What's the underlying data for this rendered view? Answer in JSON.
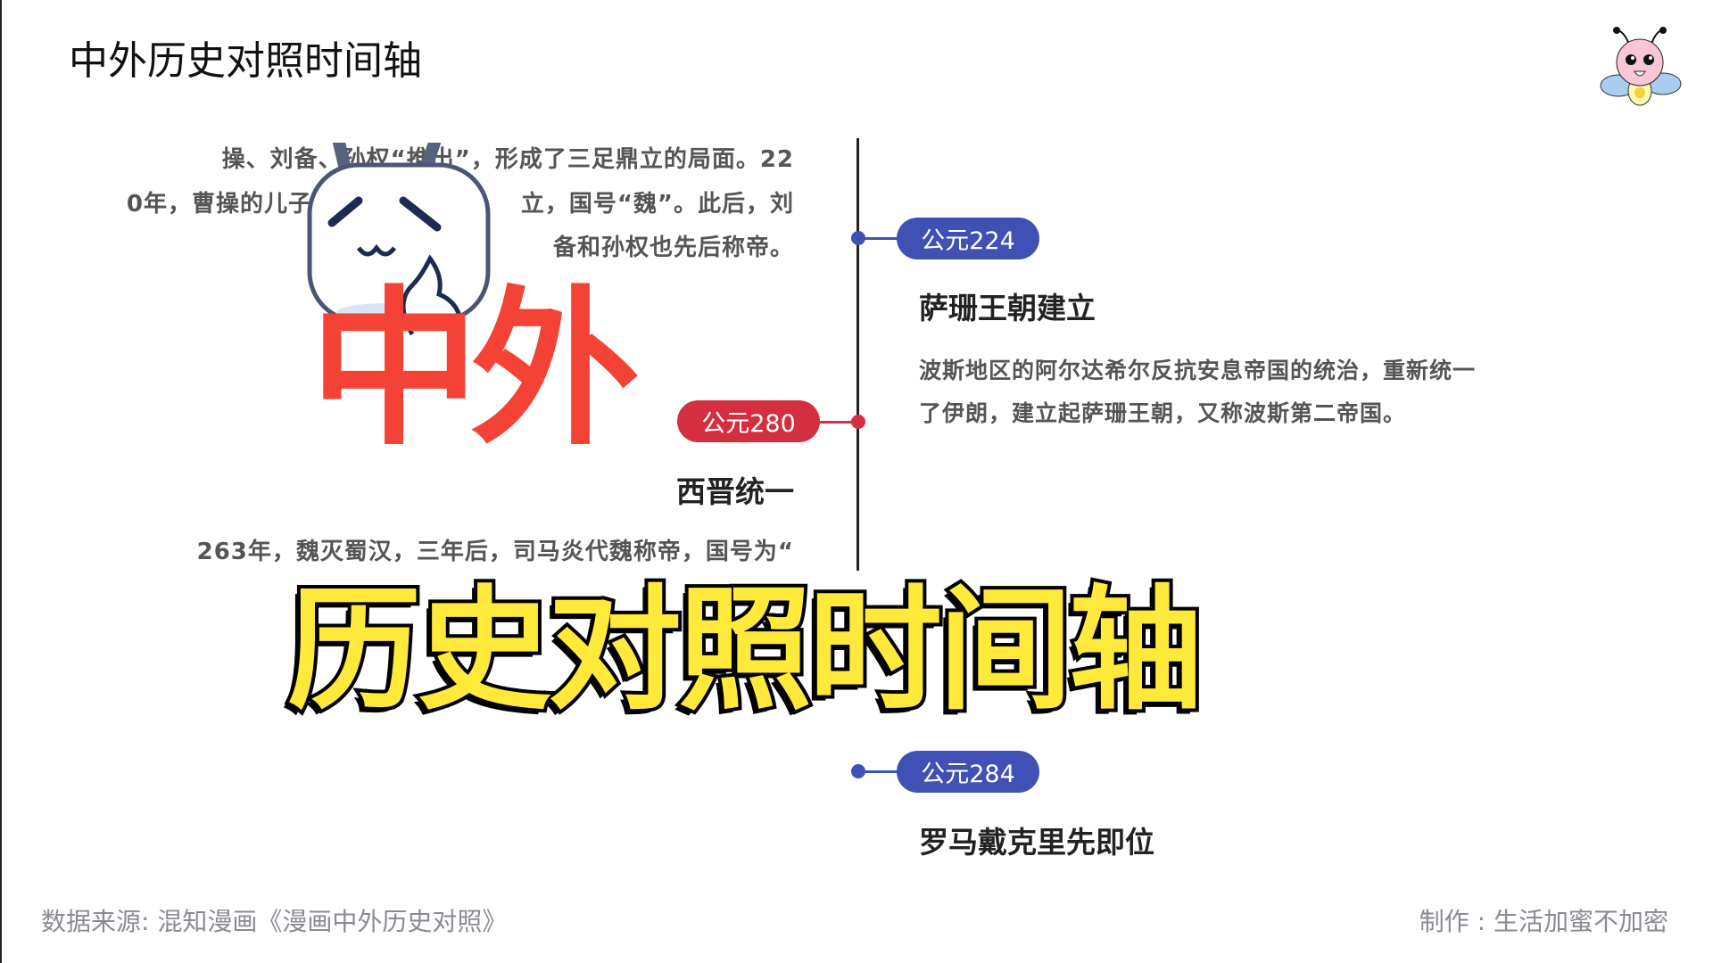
{
  "header": {
    "title": "中外历史对照时间轴"
  },
  "left_column": {
    "para1_lines": [
      "操、刘备、孙权“推出”，形成了三足鼎立的局面。22",
      "0年，曹操的儿子",
      "立，国号“魏”。此后，刘",
      "备和孙权也先后称帝。"
    ],
    "event_280": {
      "year": "公元280",
      "title": "西晋统一",
      "desc_line": "263年，魏灭蜀汉，三年后，司马炎代魏称帝，国号为“"
    }
  },
  "right_column": {
    "event_224": {
      "year": "公元224",
      "title": "萨珊王朝建立",
      "desc_lines": [
        "波斯地区的阿尔达希尔反抗安息帝国的统治，重新统一",
        "了伊朗，建立起萨珊王朝，又称波斯第二帝国。"
      ]
    },
    "event_284": {
      "year": "公元284",
      "title": "罗马戴克里先即位"
    }
  },
  "overlay": {
    "red_text": "中外",
    "yellow_text": "历史对照时间轴"
  },
  "footer": {
    "source": "数据来源: 混知漫画《漫画中外历史对照》",
    "author": "制作 : 生活加蜜不加密"
  },
  "colors": {
    "foreign_accent": "#3f51b5",
    "china_accent": "#d32f3f",
    "overlay_red": "#f44336",
    "overlay_yellow": "#ffe93b"
  },
  "icons": {
    "top_right": "bee-mascot-icon",
    "overlay": "bilibili-tv-mascot-icon"
  }
}
